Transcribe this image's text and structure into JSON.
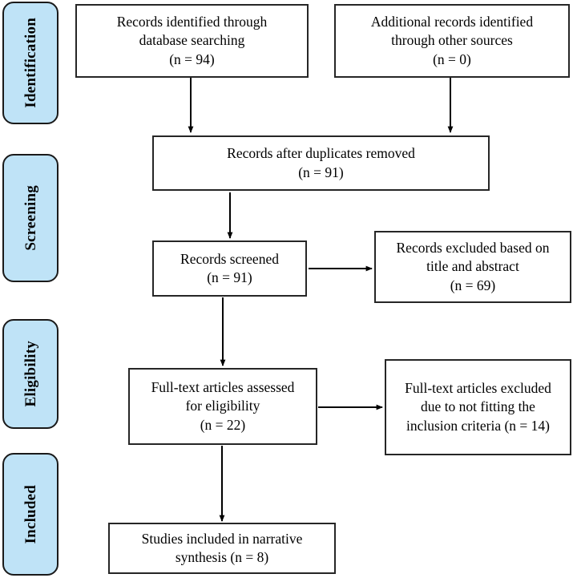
{
  "diagram": {
    "type": "prisma-flow-diagram",
    "background_color": "#ffffff",
    "stage_fill_color": "#bfe3f7",
    "stage_border_color": "#1a1a1a",
    "node_border_color": "#262626",
    "connector_color": "#000000"
  },
  "stages": [
    {
      "id": "identification",
      "label": "Identification"
    },
    {
      "id": "screening",
      "label": "Screening"
    },
    {
      "id": "eligibility",
      "label": "Eligibility"
    },
    {
      "id": "included",
      "label": "Included"
    }
  ],
  "nodes": {
    "database_search": {
      "text": "Records identified through\ndatabase searching\n(n = 94)",
      "count": 94
    },
    "other_sources": {
      "text": "Additional records identified\nthrough other sources\n(n = 0)",
      "count": 0
    },
    "duplicates_removed": {
      "text": "Records after duplicates removed\n(n = 91)",
      "count": 91
    },
    "records_screened": {
      "text": "Records screened\n(n = 91)",
      "count": 91
    },
    "records_excluded": {
      "text": "Records excluded based on\ntitle and abstract\n(n = 69)",
      "count": 69
    },
    "fulltext_assessed": {
      "text": "Full-text articles assessed\nfor eligibility\n(n = 22)",
      "count": 22
    },
    "fulltext_excluded": {
      "text": "Full-text articles excluded\ndue to not fitting the\ninclusion criteria (n = 14)",
      "count": 14
    },
    "studies_included": {
      "text": "Studies included in narrative\nsynthesis (n = 8)",
      "count": 8
    }
  }
}
